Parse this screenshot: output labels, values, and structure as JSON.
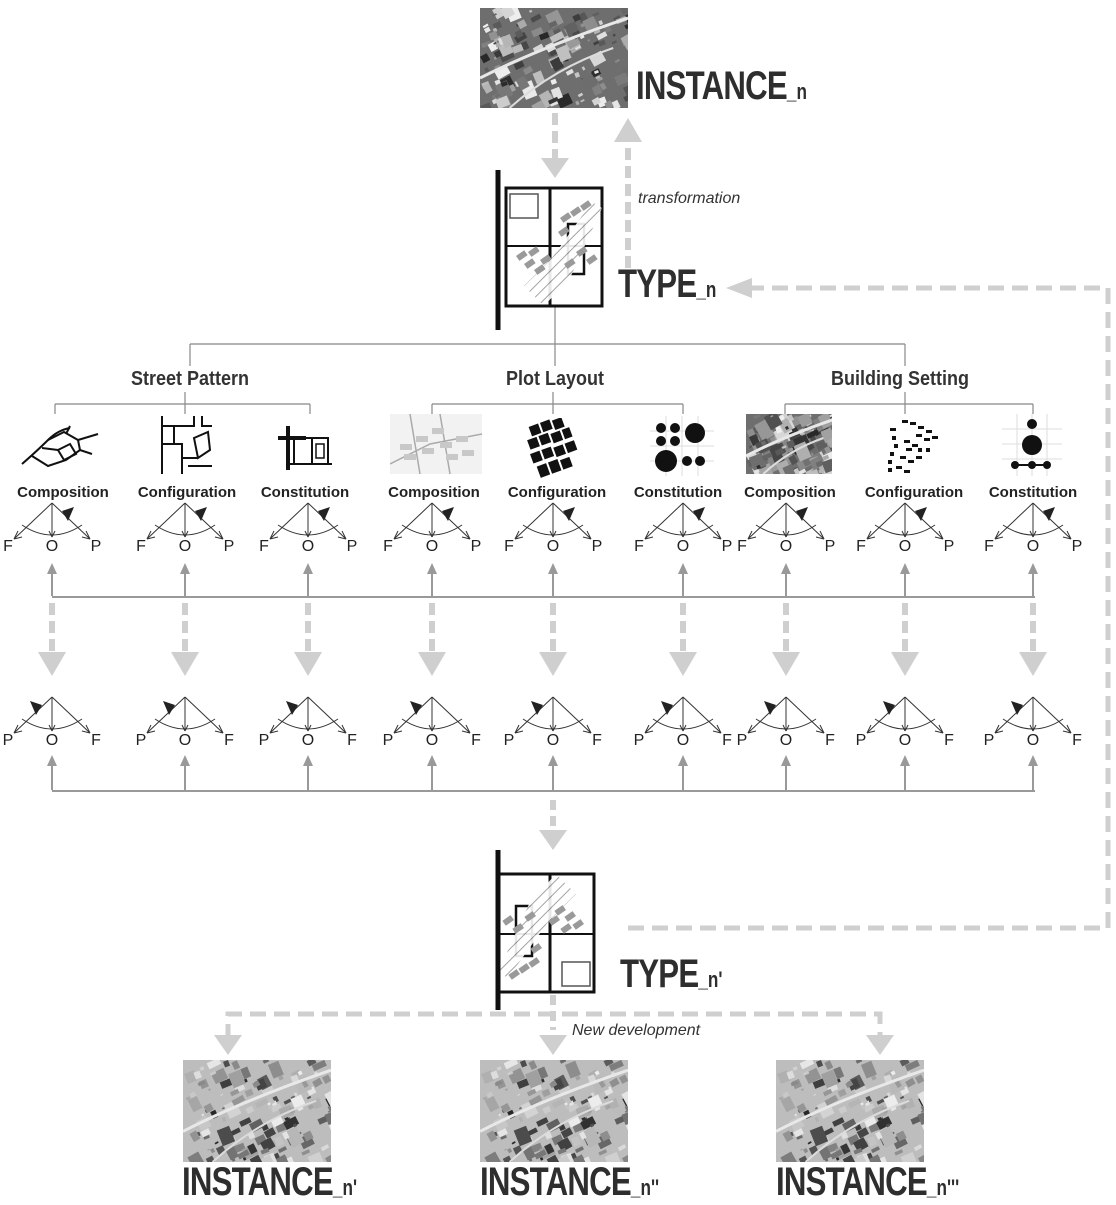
{
  "top_instance": {
    "label": "INSTANCE",
    "suffix": "_n"
  },
  "top_transformation": "transformation",
  "type_top": {
    "label": "TYPE",
    "suffix": "_n"
  },
  "groups": [
    {
      "title": "Street Pattern",
      "items": [
        "Composition",
        "Configuration",
        "Constitution"
      ]
    },
    {
      "title": "Plot Layout",
      "items": [
        "Composition",
        "Configuration",
        "Constitution"
      ]
    },
    {
      "title": "Building Setting",
      "items": [
        "Composition",
        "Configuration",
        "Constitution"
      ]
    }
  ],
  "scale_top": [
    "F",
    "O",
    "P"
  ],
  "scale_bottom": [
    "P",
    "O",
    "F"
  ],
  "type_bottom": {
    "label": "TYPE",
    "suffix": "_n'"
  },
  "new_development": "New development",
  "instances_bottom": [
    {
      "label": "INSTANCE",
      "suffix": "_n'"
    },
    {
      "label": "INSTANCE",
      "suffix": "_n''"
    },
    {
      "label": "INSTANCE",
      "suffix": "_n'''"
    }
  ],
  "icon_names": [
    "aerial-photo",
    "type-plan",
    "street-composition",
    "street-configuration",
    "street-constitution",
    "plot-composition",
    "plot-configuration",
    "plot-constitution",
    "building-composition",
    "building-configuration",
    "building-constitution"
  ]
}
